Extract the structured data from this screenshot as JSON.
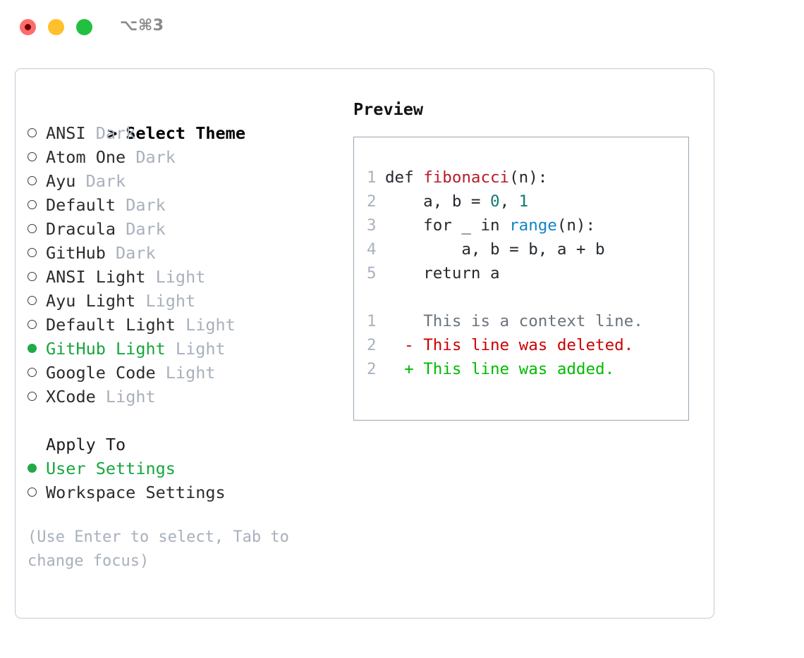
{
  "titlebar": {
    "shortcut": "⌥⌘3",
    "buttons": [
      {
        "name": "close",
        "color": "#ff6b6b"
      },
      {
        "name": "minimize",
        "color": "#ffc02e"
      },
      {
        "name": "maximize",
        "color": "#22c03f"
      }
    ]
  },
  "theme_picker": {
    "header_prefix": "> ",
    "header": "Select Theme",
    "items": [
      {
        "name": "ANSI",
        "kind": "Dark",
        "selected": false
      },
      {
        "name": "Atom One",
        "kind": "Dark",
        "selected": false
      },
      {
        "name": "Ayu",
        "kind": "Dark",
        "selected": false
      },
      {
        "name": "Default",
        "kind": "Dark",
        "selected": false
      },
      {
        "name": "Dracula",
        "kind": "Dark",
        "selected": false
      },
      {
        "name": "GitHub",
        "kind": "Dark",
        "selected": false
      },
      {
        "name": "ANSI Light",
        "kind": "Light",
        "selected": false
      },
      {
        "name": "Ayu Light",
        "kind": "Light",
        "selected": false
      },
      {
        "name": "Default Light",
        "kind": "Light",
        "selected": false
      },
      {
        "name": "GitHub Light",
        "kind": "Light",
        "selected": true
      },
      {
        "name": "Google Code",
        "kind": "Light",
        "selected": false
      },
      {
        "name": "XCode",
        "kind": "Light",
        "selected": false
      }
    ]
  },
  "apply_to": {
    "header": "Apply To",
    "options": [
      {
        "label": "User Settings",
        "selected": true
      },
      {
        "label": "Workspace Settings",
        "selected": false
      }
    ]
  },
  "hint": "(Use Enter to select, Tab to change focus)",
  "preview": {
    "title": "Preview",
    "code_lines": [
      {
        "num": "1",
        "tokens": [
          {
            "t": "def ",
            "c": "kw"
          },
          {
            "t": "fibonacci",
            "c": "fn"
          },
          {
            "t": "(n):",
            "c": "plain"
          }
        ]
      },
      {
        "num": "2",
        "tokens": [
          {
            "t": "    a, b = ",
            "c": "plain"
          },
          {
            "t": "0",
            "c": "num"
          },
          {
            "t": ", ",
            "c": "plain"
          },
          {
            "t": "1",
            "c": "num"
          }
        ]
      },
      {
        "num": "3",
        "tokens": [
          {
            "t": "    for _ in ",
            "c": "plain"
          },
          {
            "t": "range",
            "c": "builtin"
          },
          {
            "t": "(n):",
            "c": "plain"
          }
        ]
      },
      {
        "num": "4",
        "tokens": [
          {
            "t": "        a, b = b, a + b",
            "c": "plain"
          }
        ]
      },
      {
        "num": "5",
        "tokens": [
          {
            "t": "    return a",
            "c": "plain"
          }
        ]
      }
    ],
    "diff_lines": [
      {
        "num": "1",
        "sign": "  ",
        "text": "This is a context line.",
        "kind": "context"
      },
      {
        "num": "2",
        "sign": "- ",
        "text": "This line was deleted.",
        "kind": "del"
      },
      {
        "num": "2",
        "sign": "+ ",
        "text": "This line was added.",
        "kind": "add"
      }
    ]
  },
  "colors": {
    "accent_green": "#16a63c",
    "muted": "#a8b0bb",
    "line_number": "#a8b2bd",
    "diff_add": "#00bb00",
    "diff_del": "#cc0000",
    "diff_context": "#6a737d",
    "syntax_function": "#b31d28",
    "syntax_number": "#0f7a72",
    "syntax_builtin": "#1184c4",
    "panel_border": "#c3cad4",
    "code_border": "#9aa5b1"
  }
}
